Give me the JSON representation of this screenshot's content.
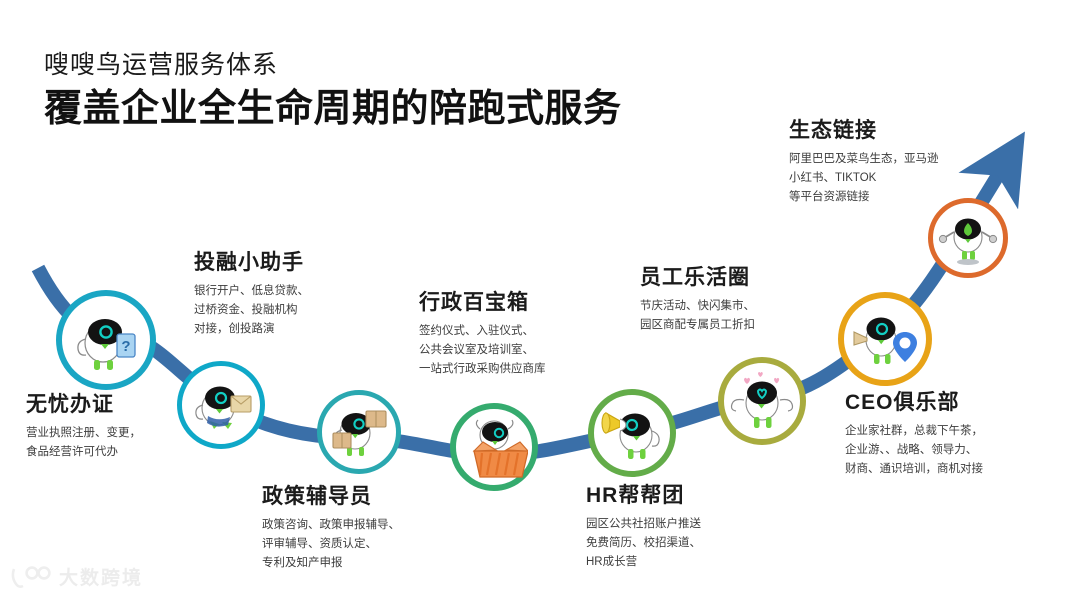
{
  "header": {
    "eyebrow": "嗖嗖鸟运营服务体系",
    "headline": "覆盖企业全生命周期的陪跑式服务"
  },
  "watermark": {
    "text": "大数跨境",
    "logo_icon": "dashu-logo-icon"
  },
  "flow": {
    "path_color": "#3a6fa8",
    "arrow_direction": "up-right",
    "description": "rising wave path connecting eight service nodes from lower-left to upper-right"
  },
  "nodes": [
    {
      "id": "wuyou-banzheng",
      "title": "无忧办证",
      "desc": "营业执照注册、变更，\n食品经营许可代办",
      "ring_color": "#1aa6c4",
      "icon": "mascot-certificate-icon",
      "prop_color": "#9ecbf0",
      "prop": "certificate-card"
    },
    {
      "id": "tourong-xiaozhushou",
      "title": "投融小助手",
      "desc": "银行开户、低息贷款、\n过桥资金、投融机构\n对接，创投路演",
      "ring_color": "#0fa8c8",
      "icon": "mascot-envelope-icon",
      "prop_color": "#e8d6a8",
      "prop": "envelope"
    },
    {
      "id": "zhengce-fudaoyuan",
      "title": "政策辅导员",
      "desc": "政策咨询、政策申报辅导、\n评审辅导、资质认定、\n专利及知产申报",
      "ring_color": "#2aa8b0",
      "icon": "mascot-boxes-icon",
      "prop_color": "#ddb98a",
      "prop": "boxes"
    },
    {
      "id": "xingzheng-baibaoxiang",
      "title": "行政百宝箱",
      "desc": "签约仪式、入驻仪式、\n公共会议室及培训室、\n一站式行政采购供应商库",
      "ring_color": "#35ab6e",
      "icon": "mascot-openbox-icon",
      "prop_color": "#ef7b3a",
      "prop": "open-box"
    },
    {
      "id": "hr-bangbangtuan",
      "title": "HR帮帮团",
      "desc": "园区公共社招账户推送\n免费简历、校招渠道、\nHR成长营",
      "ring_color": "#63ac49",
      "icon": "mascot-megaphone-icon",
      "prop_color": "#edc928",
      "prop": "megaphone"
    },
    {
      "id": "yuangong-lehuoquan",
      "title": "员工乐活圈",
      "desc": "节庆活动、快闪集市、\n园区商配专属员工折扣",
      "ring_color": "#a8ab3e",
      "icon": "mascot-heart-icon",
      "prop_color": "#f2a8c4",
      "prop": "hearts"
    },
    {
      "id": "ceo-julebu",
      "title": "CEO俱乐部",
      "desc": "企业家社群，总裁下午茶，\n企业游、、战略、领导力、\n财商、通识培训，商机对接",
      "ring_color": "#e8a317",
      "icon": "mascot-location-pin-icon",
      "prop_color": "#3d7fe0",
      "prop": "location-pin"
    },
    {
      "id": "shengtai-lianjie",
      "title": "生态链接",
      "desc": "阿里巴巴及菜鸟生态，亚马逊\n小红书、TIKTOK\n等平台资源链接",
      "ring_color": "#dd6a2c",
      "icon": "mascot-rocket-icon",
      "prop_color": "#5ecb3a",
      "prop": "rocket-arms"
    }
  ]
}
